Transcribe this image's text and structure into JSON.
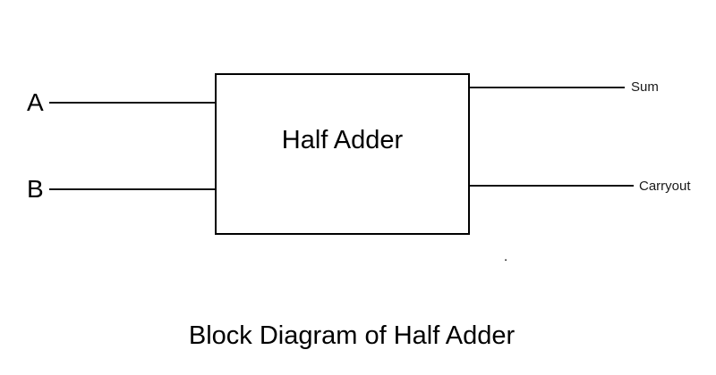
{
  "diagram": {
    "title_caption": "Block Diagram of Half Adder",
    "block": {
      "label": "Half Adder"
    },
    "inputs": [
      {
        "label": "A"
      },
      {
        "label": "B"
      }
    ],
    "outputs": [
      {
        "label": "Sum"
      },
      {
        "label": "Carryout"
      }
    ],
    "stray_mark": ".",
    "colors": {
      "background": "#ffffff",
      "line": "#141414",
      "text": "#000000"
    }
  }
}
